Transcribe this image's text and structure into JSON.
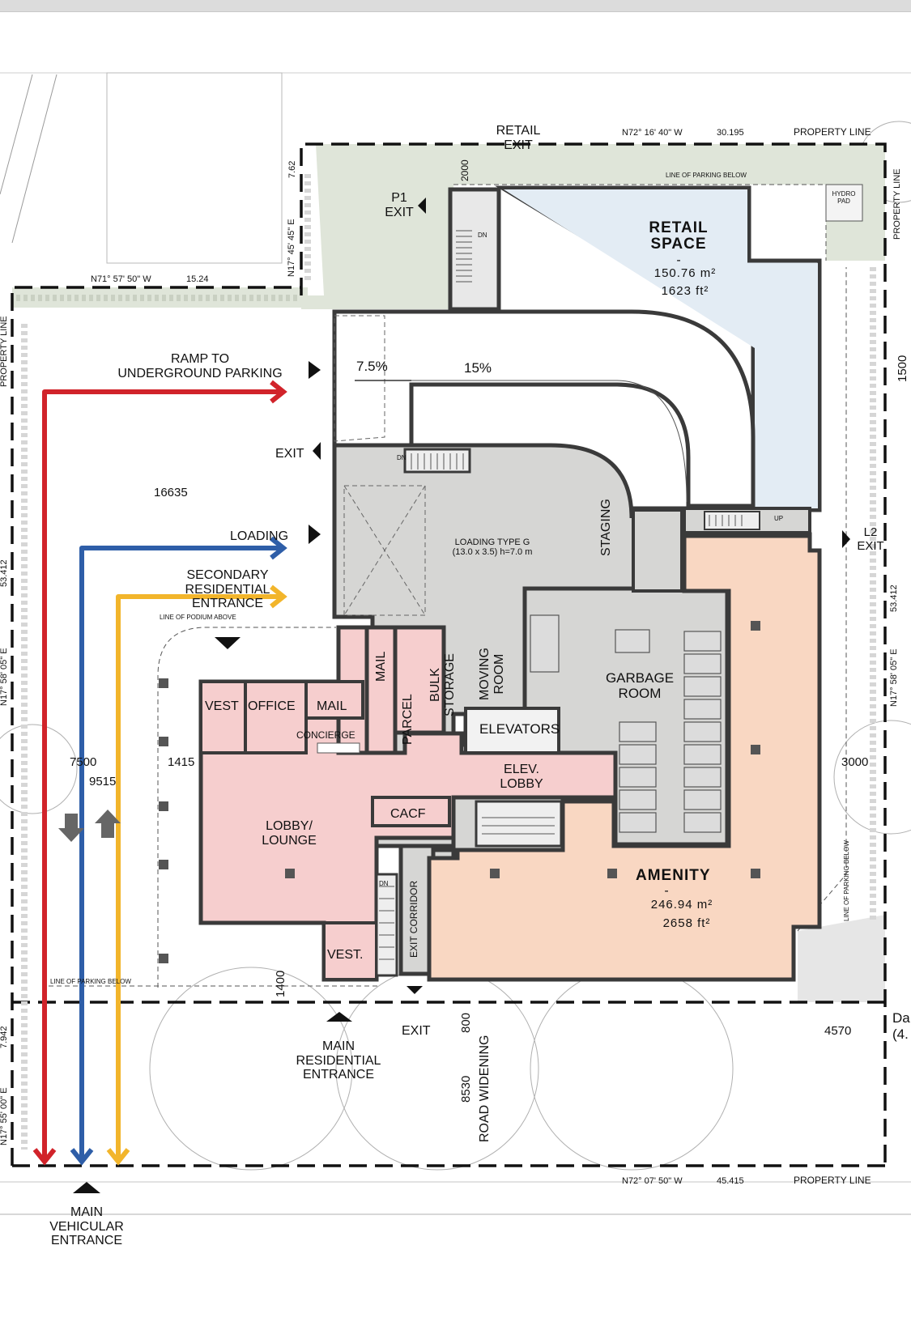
{
  "labels": {
    "retail_exit": [
      "RETAIL",
      "EXIT"
    ],
    "p1_exit": [
      "P1",
      "EXIT"
    ],
    "ramp": [
      "RAMP TO",
      "UNDERGROUND PARKING"
    ],
    "exit_ramp": "EXIT",
    "loading": "LOADING",
    "secondary_entrance": [
      "SECONDARY",
      "RESIDENTIAL",
      "ENTRANCE"
    ],
    "main_residential_entrance": [
      "MAIN",
      "RESIDENTIAL",
      "ENTRANCE"
    ],
    "main_vehicular_entrance": [
      "MAIN",
      "VEHICULAR",
      "ENTRANCE"
    ],
    "exit_south": "EXIT",
    "l2_exit": [
      "L2",
      "EXIT"
    ],
    "road_widening": "ROAD WIDENING",
    "line_of_parking_below_top": "LINE OF PARKING BELOW",
    "line_of_parking_below_bottom": "LINE OF PARKING BELOW",
    "line_of_parking_below_right": "LINE OF PARKING BELOW",
    "line_of_podium_above": "LINE OF PODIUM ABOVE",
    "hydro_pad": [
      "HYDRO",
      "PAD"
    ],
    "property_line_top": "PROPERTY LINE",
    "property_line_bottom": "PROPERTY LINE",
    "property_line_left": "PROPERTY LINE",
    "property_line_right": "PROPERTY LINE",
    "partial_right_label": [
      "Da",
      "(4."
    ]
  },
  "survey": {
    "top_bearing": "N72° 16' 40\" W",
    "top_distance": "30.195",
    "west_bearing": "N71° 57' 50\" W",
    "west_distance": "15.24",
    "inner_bearing": "N17° 45' 45\" E",
    "inner_distance": "7.62",
    "left_bearing": "N17° 58' 05\" E",
    "left_distance": "53.412",
    "right_bearing": "N17° 58' 05\" E",
    "right_distance": "53.412",
    "lower_left_bearing": "N17° 55' 00\" E",
    "lower_left_distance": "7.942",
    "bottom_bearing": "N72° 07' 50\" W",
    "bottom_distance": "45.415"
  },
  "dimensions": {
    "d2000": "2000",
    "d1500": "1500",
    "d16635": "16635",
    "d7500": "7500",
    "d1415": "1415",
    "d9515": "9515",
    "d3000": "3000",
    "d4570": "4570",
    "d1400": "1400",
    "d800": "800",
    "d8530": "8530",
    "ramp_slope_1": "7.5%",
    "ramp_slope_2": "15%"
  },
  "rooms": {
    "retail": {
      "name": [
        "RETAIL",
        "SPACE"
      ],
      "dash": "-",
      "area_m": "150.76  m²",
      "area_ft": "1623  ft²"
    },
    "amenity": {
      "name": "AMENITY",
      "dash": "-",
      "area_m": "246.94  m²",
      "area_ft": "2658  ft²"
    },
    "loading": [
      "LOADING TYPE G",
      "(13.0 x 3.5) h=7.0 m"
    ],
    "staging": "STAGING",
    "garbage": [
      "GARBAGE",
      "ROOM"
    ],
    "bulk_storage": [
      "BULK",
      "STORAGE"
    ],
    "moving_room": [
      "MOVING",
      "ROOM"
    ],
    "mail_tall": "MAIL",
    "parcel": "PARCEL",
    "elevators": "ELEVATORS",
    "elev_lobby": [
      "ELEV.",
      "LOBBY"
    ],
    "vest_top": "VEST",
    "office": "OFFICE",
    "mail": "MAIL",
    "concierge": "CONCIERGE",
    "lobby": [
      "LOBBY/",
      "LOUNGE"
    ],
    "cacf": "CACF",
    "exit_corridor": "EXIT CORRIDOR",
    "vest_bottom": "VEST.",
    "stair_dn": "DN",
    "stair_up": "UP"
  },
  "colors": {
    "retail_fill": "#e3ecf4",
    "amenity_fill": "#f9d7c2",
    "lobby_fill": "#f6cece",
    "service_fill": "#d6d6d4",
    "landscape_fill": "#dfe5d9",
    "arrow_red": "#d1232a",
    "arrow_blue": "#2e5ea8",
    "arrow_yellow": "#f2b52b"
  }
}
